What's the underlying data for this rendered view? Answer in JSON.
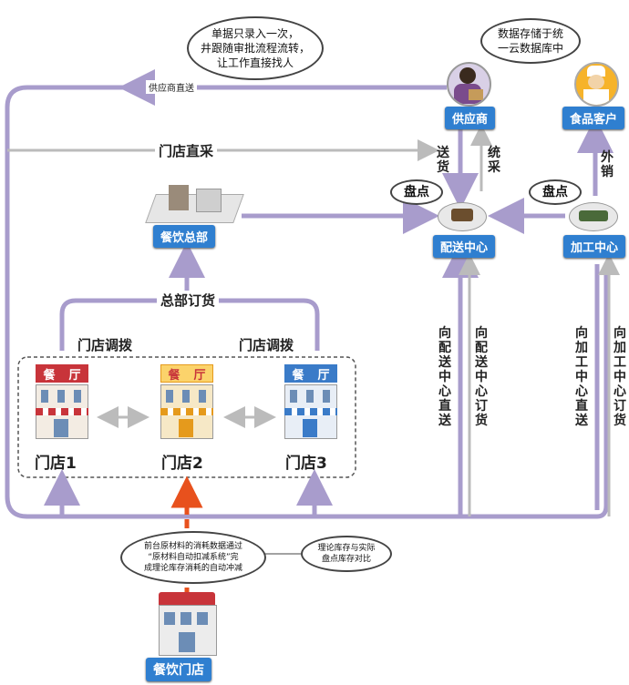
{
  "cloud_top": {
    "line1": "单据只录入一次，",
    "line2": "井跟随审批流程流转，",
    "line3": "让工作直接找人"
  },
  "cloud_right": {
    "line1": "数据存储于统",
    "line2": "一云数据库中"
  },
  "supplier": {
    "label": "供应商"
  },
  "food_customer": {
    "label": "食品客户"
  },
  "distribution_center": {
    "label": "配送中心"
  },
  "processing_center": {
    "label": "加工中心"
  },
  "catering_hq": {
    "label": "餐饮总部"
  },
  "catering_store": {
    "label": "餐饮门店"
  },
  "inventory_tag_1": "盘点",
  "inventory_tag_2": "盘点",
  "arrows": {
    "supplier_direct": "供应商直送",
    "store_direct_purchase": "门店直采",
    "deliver": "送货",
    "unified_purchase": "统采",
    "external_sales": "外销",
    "hq_order": "总部订货",
    "store_transfer_1": "门店调拨",
    "store_transfer_2": "门店调拨",
    "to_dc_direct": "向配送中心直送",
    "to_dc_order": "向配送中心订货",
    "to_pc_direct": "向加工中心直送",
    "to_pc_order": "向加工中心订货"
  },
  "stores": [
    {
      "sign1": "餐",
      "sign2": "厅",
      "label": "门店1"
    },
    {
      "sign1": "餐",
      "sign2": "厅",
      "label": "门店2"
    },
    {
      "sign1": "餐",
      "sign2": "厅",
      "label": "门店3"
    }
  ],
  "cloud_bottom": {
    "line1": "前台原材料的消耗数据通过",
    "line2": "“原材料自动扣减系统”完",
    "line3": "成理论库存消耗的自动冲减"
  },
  "cloud_side": {
    "line1": "理论库存与实际",
    "line2": "盘点库存对比"
  },
  "colors": {
    "arrow": "#a89ccc",
    "grey_arrow": "#bbbbbb",
    "badge": "#2f7fd0",
    "orange": "#e8511d",
    "store_red": "#c8343a",
    "store_orange": "#e59a1c",
    "store_blue": "#3a7bc8"
  }
}
